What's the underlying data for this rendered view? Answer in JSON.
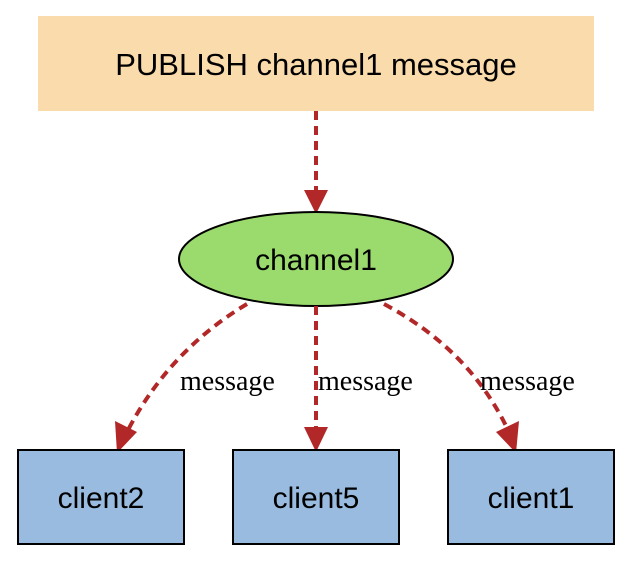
{
  "diagram": {
    "publish_node": {
      "label": "PUBLISH channel1 message",
      "fill": "#F9DBAC"
    },
    "channel_node": {
      "label": "channel1",
      "fill": "#9BDB6E",
      "stroke": "#000000"
    },
    "clients": [
      {
        "label": "client2",
        "fill": "#99BBE0",
        "edge_label": "message"
      },
      {
        "label": "client5",
        "fill": "#99BBE0",
        "edge_label": "message"
      },
      {
        "label": "client1",
        "fill": "#99BBE0",
        "edge_label": "message"
      }
    ],
    "edge_color": "#B22727"
  }
}
